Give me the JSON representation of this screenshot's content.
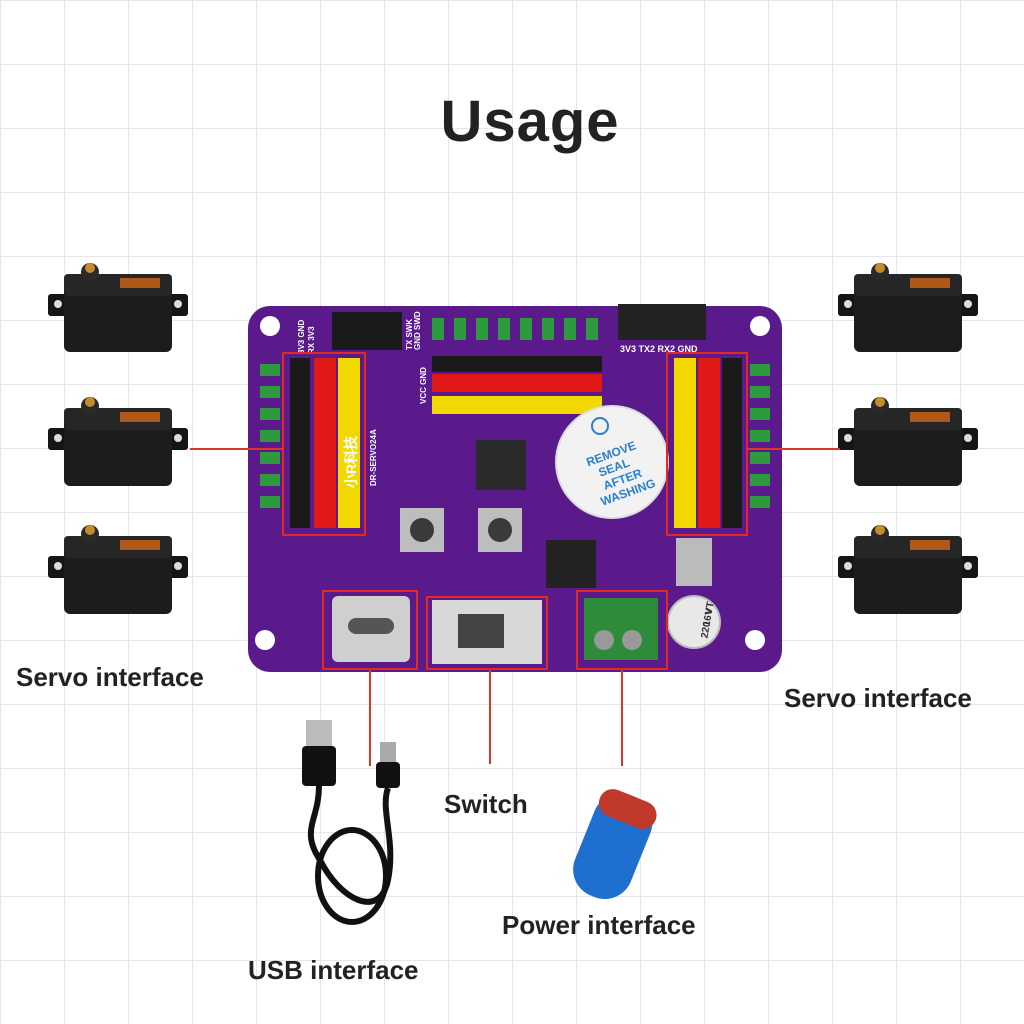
{
  "title": "Usage",
  "labels": {
    "servo_left": "Servo interface",
    "servo_right": "Servo interface",
    "usb": "USB interface",
    "switch": "Switch",
    "power": "Power interface"
  },
  "board": {
    "brand": "小R科技",
    "model": "DR-SERVO24A",
    "buzzer_text": [
      "REMOVE",
      "SEAL",
      "AFTER",
      "WASHING"
    ],
    "top_header_left": "3V3 GND",
    "top_header_left2": "RX 3V3",
    "swd_label": "TX SWK",
    "swd_label2": "GND SWD",
    "uart_header": "3V3 TX2 RX2 GND",
    "vcc_gnd": "VCC GND",
    "cap_text": [
      "220",
      "16V",
      "VT"
    ]
  },
  "colors": {
    "board": "#5a1a8c",
    "callout": "#e02a20",
    "header_red": "#e01818",
    "header_yellow": "#f0d800",
    "header_black": "#1a1a1a",
    "led_green": "#2e9a3e",
    "terminal_green": "#2e8b3a",
    "battery": "#1f6fd0"
  },
  "icons": [
    "servo-motor-icon",
    "usb-cable-icon",
    "battery-icon",
    "circuit-board-icon"
  ]
}
